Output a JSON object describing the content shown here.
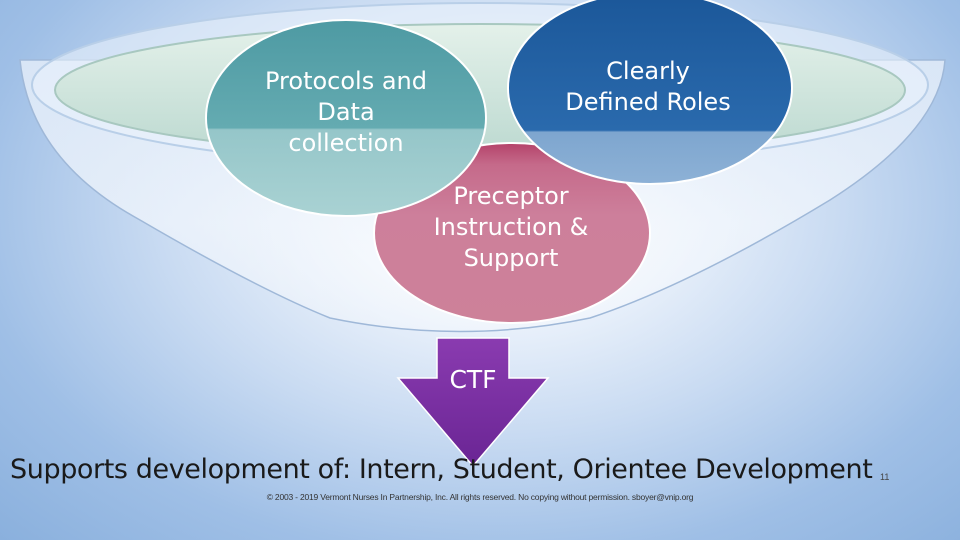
{
  "diagram": {
    "circles": {
      "protocols": "Protocols and\nData\ncollection",
      "roles": "Clearly\nDefined Roles",
      "preceptor": "Preceptor\nInstruction &\nSupport"
    },
    "arrow_label": "CTF",
    "tagline": "Supports development of: Intern, Student, Orientee Development",
    "page_number": "11",
    "footer": "© 2003 - 2019 Vermont Nurses In Partnership, Inc. All rights reserved. No copying without permission. sboyer@vnip.org"
  },
  "colors": {
    "funnel_rim": "#cfe6de",
    "protocols_circle": "#5aa3aa",
    "roles_circle": "#1f5e9e",
    "preceptor_circle": "#c9829a",
    "arrow": "#7a2a9c"
  }
}
